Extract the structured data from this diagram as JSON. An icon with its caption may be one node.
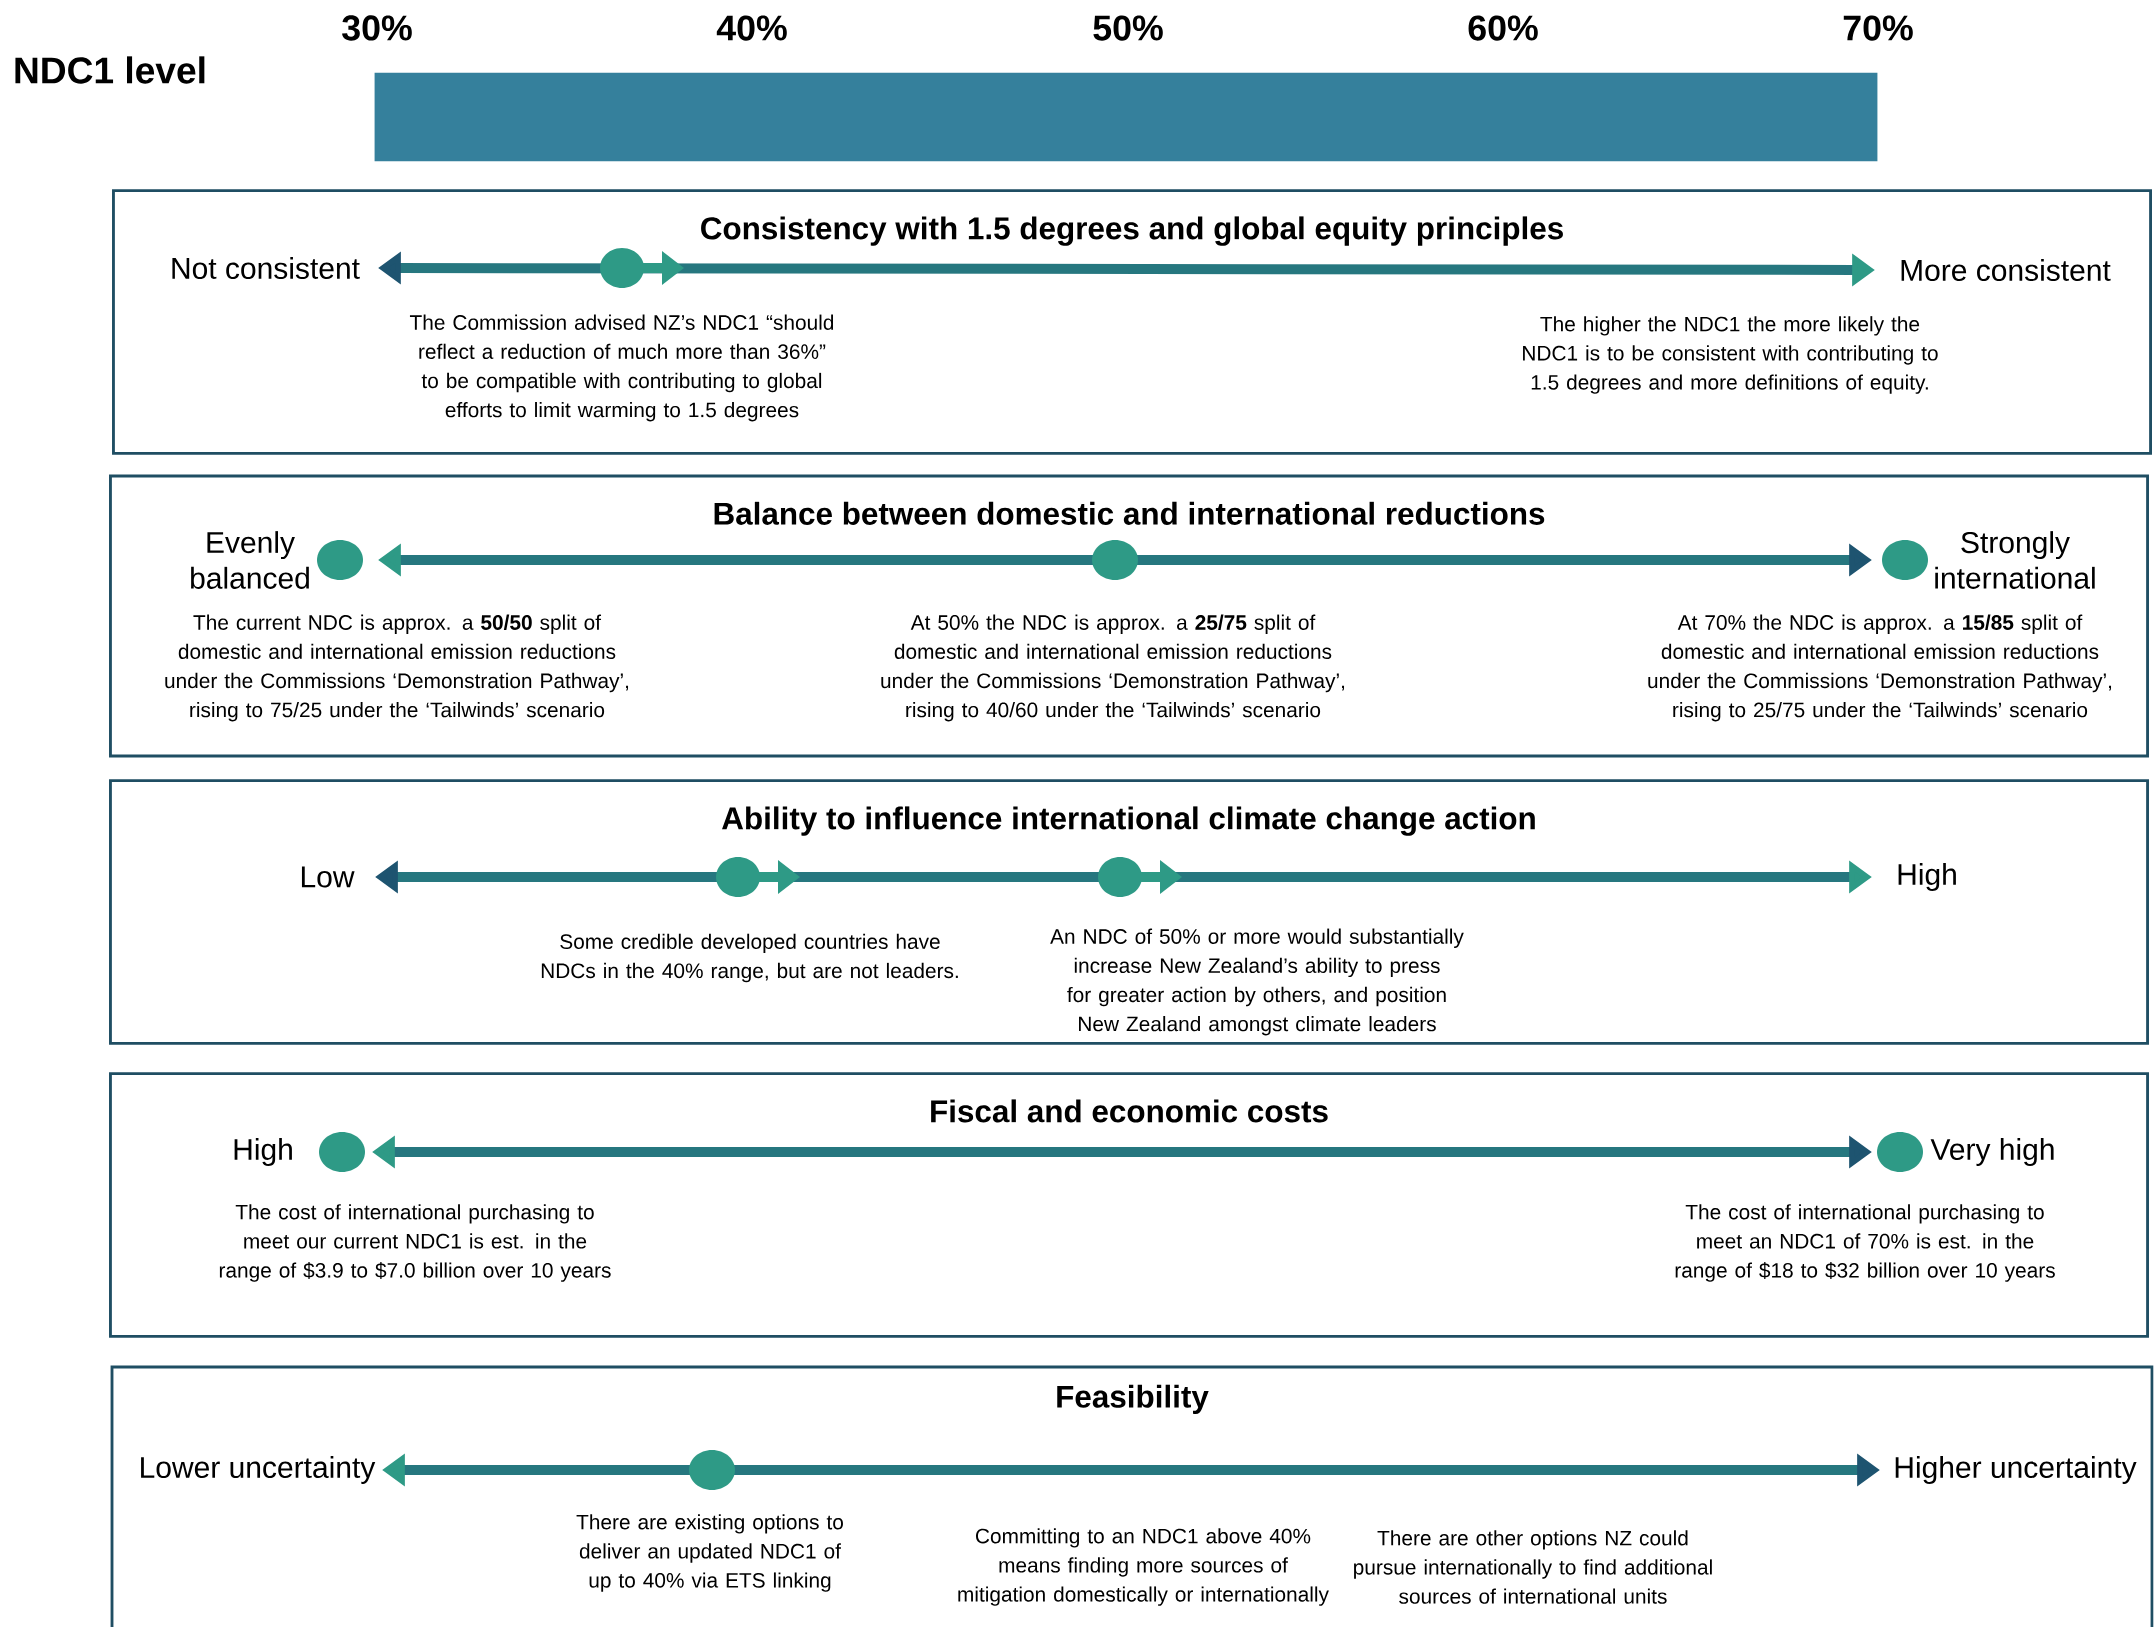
{
  "diagram": {
    "nodes": [
      {
        "text": [],
        "shape": "bar",
        "beside": [
          "30%",
          "40%",
          "50%",
          "60%",
          "70%"
        ]
      },
      {
        "text": [
          "Consistency with 1.5 degrees and global equity principles"
        ]
      },
      {
        "text": [
          "Not consistent"
        ],
        "in": 1
      },
      {
        "text": [
          "More consistent"
        ],
        "in": 1
      },
      {
        "text": [
          "Balance between domestic and international reductions"
        ]
      },
      {
        "text": [
          "Evenly balanced"
        ],
        "in": 4
      },
      {
        "text": [
          "Strongly international"
        ],
        "in": 4
      },
      {
        "text": [
          "Ability to influence international climate change action"
        ]
      },
      {
        "text": [
          "Low"
        ],
        "in": 7
      },
      {
        "text": [
          "High"
        ],
        "in": 7
      },
      {
        "text": [
          "Fiscal and economic costs"
        ]
      },
      {
        "text": [
          "High"
        ],
        "in": 10
      },
      {
        "text": [
          "Very high"
        ],
        "in": 10
      },
      {
        "text": [
          "Feasibility"
        ]
      },
      {
        "text": [
          "Lower uncertainty"
        ],
        "in": 13
      },
      {
        "text": [
          "Higher uncertainty"
        ],
        "in": 13
      }
    ],
    "edges": [
      {
        "from": 2,
        "to": 3,
        "arrow": "both"
      },
      {
        "from": 5,
        "to": 6,
        "arrow": "both"
      },
      {
        "from": 8,
        "to": 9,
        "arrow": "both"
      },
      {
        "from": 11,
        "to": 12,
        "arrow": "both"
      },
      {
        "from": 14,
        "to": 15,
        "arrow": "both"
      }
    ],
    "labels": [
      "NDC1 level",
      "The Commission advised NZ’s NDC1 “should reflect a reduction of much more than 36%” to be compatible with contributing to global efforts to limit warming to 1.5 degrees",
      "The higher the NDC1 the more likely the NDC1 is to be consistent with contributing to 1.5 degrees and more definitions of equity.",
      "The current NDC is approx. a **50/50** split of domestic and international emission reductions under the Commissions ‘Demonstration Pathway’, rising to 75/25 under the ‘Tailwinds’ scenario",
      "At 50% the NDC is approx. a **25/75** split of domestic and international emission reductions under the Commissions ‘Demonstration Pathway’, rising to 40/60 under the ‘Tailwinds’ scenario",
      "At 70% the NDC is approx. a **15/85** split of domestic and international emission reductions under the Commissions ‘Demonstration Pathway’, rising to 25/75 under the ‘Tailwinds’ scenario",
      "Some credible developed countries have NDCs in the 40% range, but are not leaders.",
      "An NDC of 50% or more would substantially increase New Zealand’s ability to press for greater action by others, and position New Zealand amongst climate leaders",
      "The cost of international purchasing to meet our current NDC1 is est. in the range of $3.9 to $7.0 billion over 10 years",
      "The cost of international purchasing to meet an NDC1 of 70% is est. in the range of $18 to $32 billion over 10 years",
      "There are existing options to deliver an updated NDC1 of up to 40% via ETS linking",
      "Committing to an NDC1 above 40% means finding more sources of mitigation domestically or internationally",
      "There are other options NZ could pursue internationally to find additional sources of international units"
    ]
  }
}
